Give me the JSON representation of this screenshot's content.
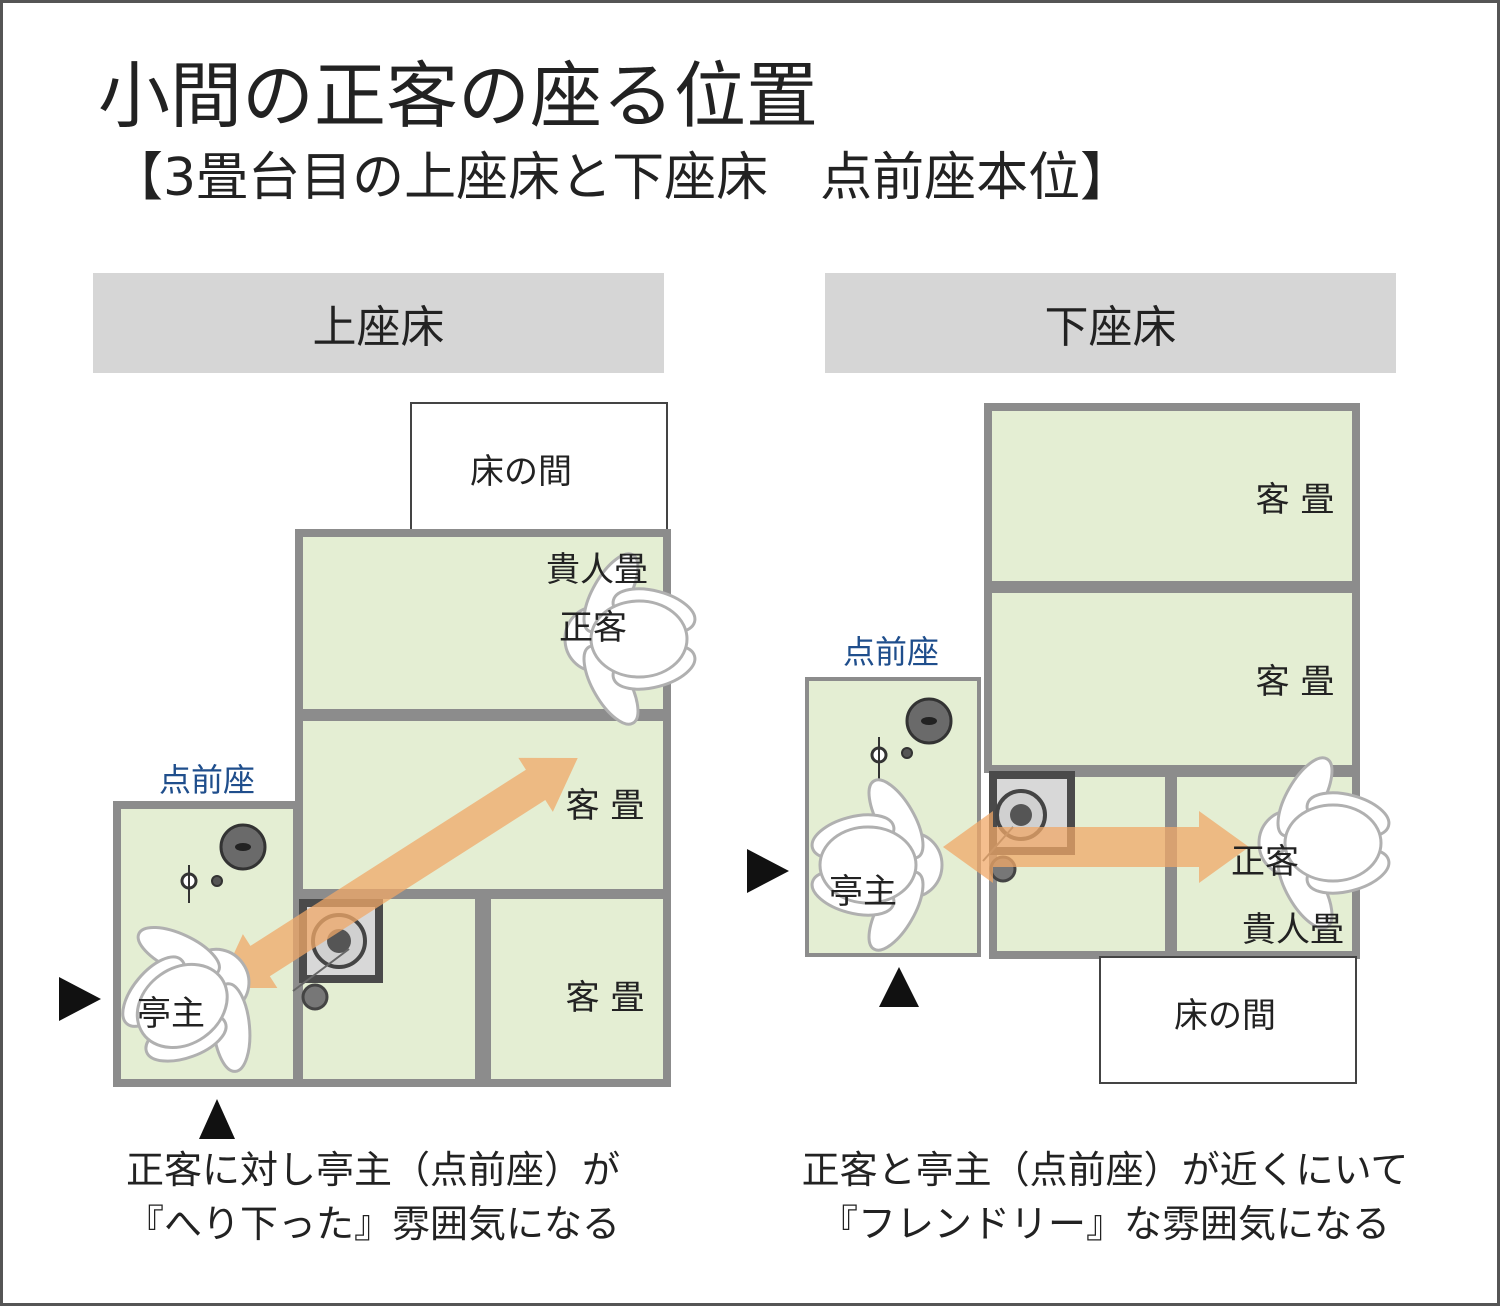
{
  "title": "小間の正客の座る位置",
  "subtitle": "【3畳台目の上座床と下座床　点前座本位】",
  "colors": {
    "tatami": "#e4eed3",
    "border": "#8c8c8c",
    "header_bg": "#d6d6d6",
    "arrow": "#f0a868",
    "blue_label": "#1f4e8c"
  },
  "panels": {
    "left": {
      "header": "上座床",
      "tokonoma": "床の間",
      "kinin": "貴人畳",
      "shokyaku": "正客",
      "kyaku_1": "客 畳",
      "kyaku_2": "客 畳",
      "temaeza": "点前座",
      "teishu": "亭主",
      "caption_line1": "正客に対し亭主（点前座）が",
      "caption_line2": "『へり下った』雰囲気になる"
    },
    "right": {
      "header": "下座床",
      "kyaku_1": "客 畳",
      "kyaku_2": "客 畳",
      "temaeza": "点前座",
      "teishu": "亭主",
      "shokyaku": "正客",
      "kinin": "貴人畳",
      "tokonoma": "床の間",
      "caption_line1": "正客と亭主（点前座）が近くにいて",
      "caption_line2": "『フレンドリー』な雰囲気になる"
    }
  }
}
